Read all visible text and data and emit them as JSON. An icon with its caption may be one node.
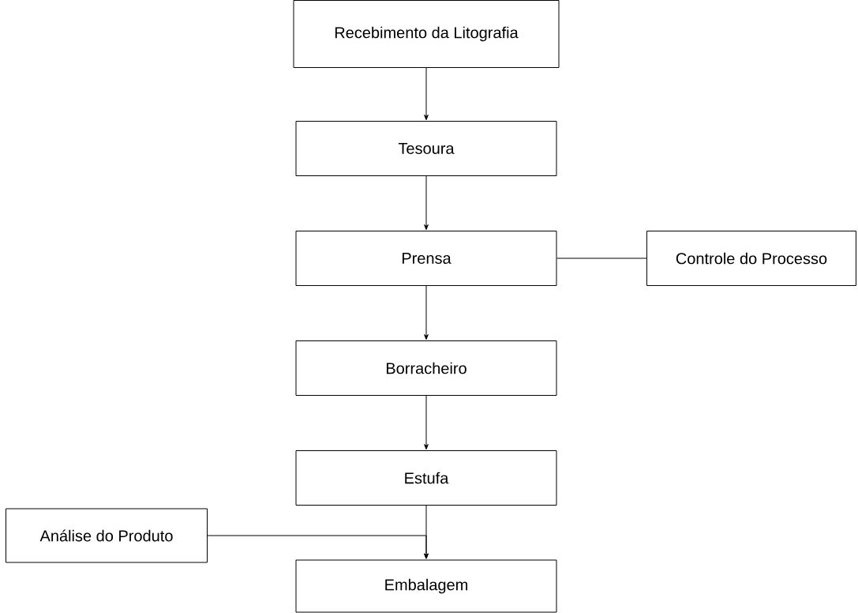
{
  "diagram": {
    "nodes": [
      {
        "text": [
          "Recebimento da Litografia"
        ]
      },
      {
        "text": [
          "Tesoura"
        ]
      },
      {
        "text": [
          "Prensa"
        ]
      },
      {
        "text": [
          "Controle do Processo"
        ]
      },
      {
        "text": [
          "Borracheiro"
        ]
      },
      {
        "text": [
          "Estufa"
        ]
      },
      {
        "text": [
          "Análise do Produto"
        ]
      },
      {
        "text": [
          "Embalagem"
        ]
      }
    ],
    "edges": [
      {
        "from": 0,
        "to": 1,
        "arrow": "to"
      },
      {
        "from": 1,
        "to": 2,
        "arrow": "to"
      },
      {
        "from": 2,
        "to": 3,
        "arrow": "none"
      },
      {
        "from": 2,
        "to": 4,
        "arrow": "to"
      },
      {
        "from": 4,
        "to": 5,
        "arrow": "to"
      },
      {
        "from": 5,
        "to": 7,
        "arrow": "to"
      },
      {
        "from": 6,
        "to": 7,
        "arrow": "to"
      }
    ]
  }
}
